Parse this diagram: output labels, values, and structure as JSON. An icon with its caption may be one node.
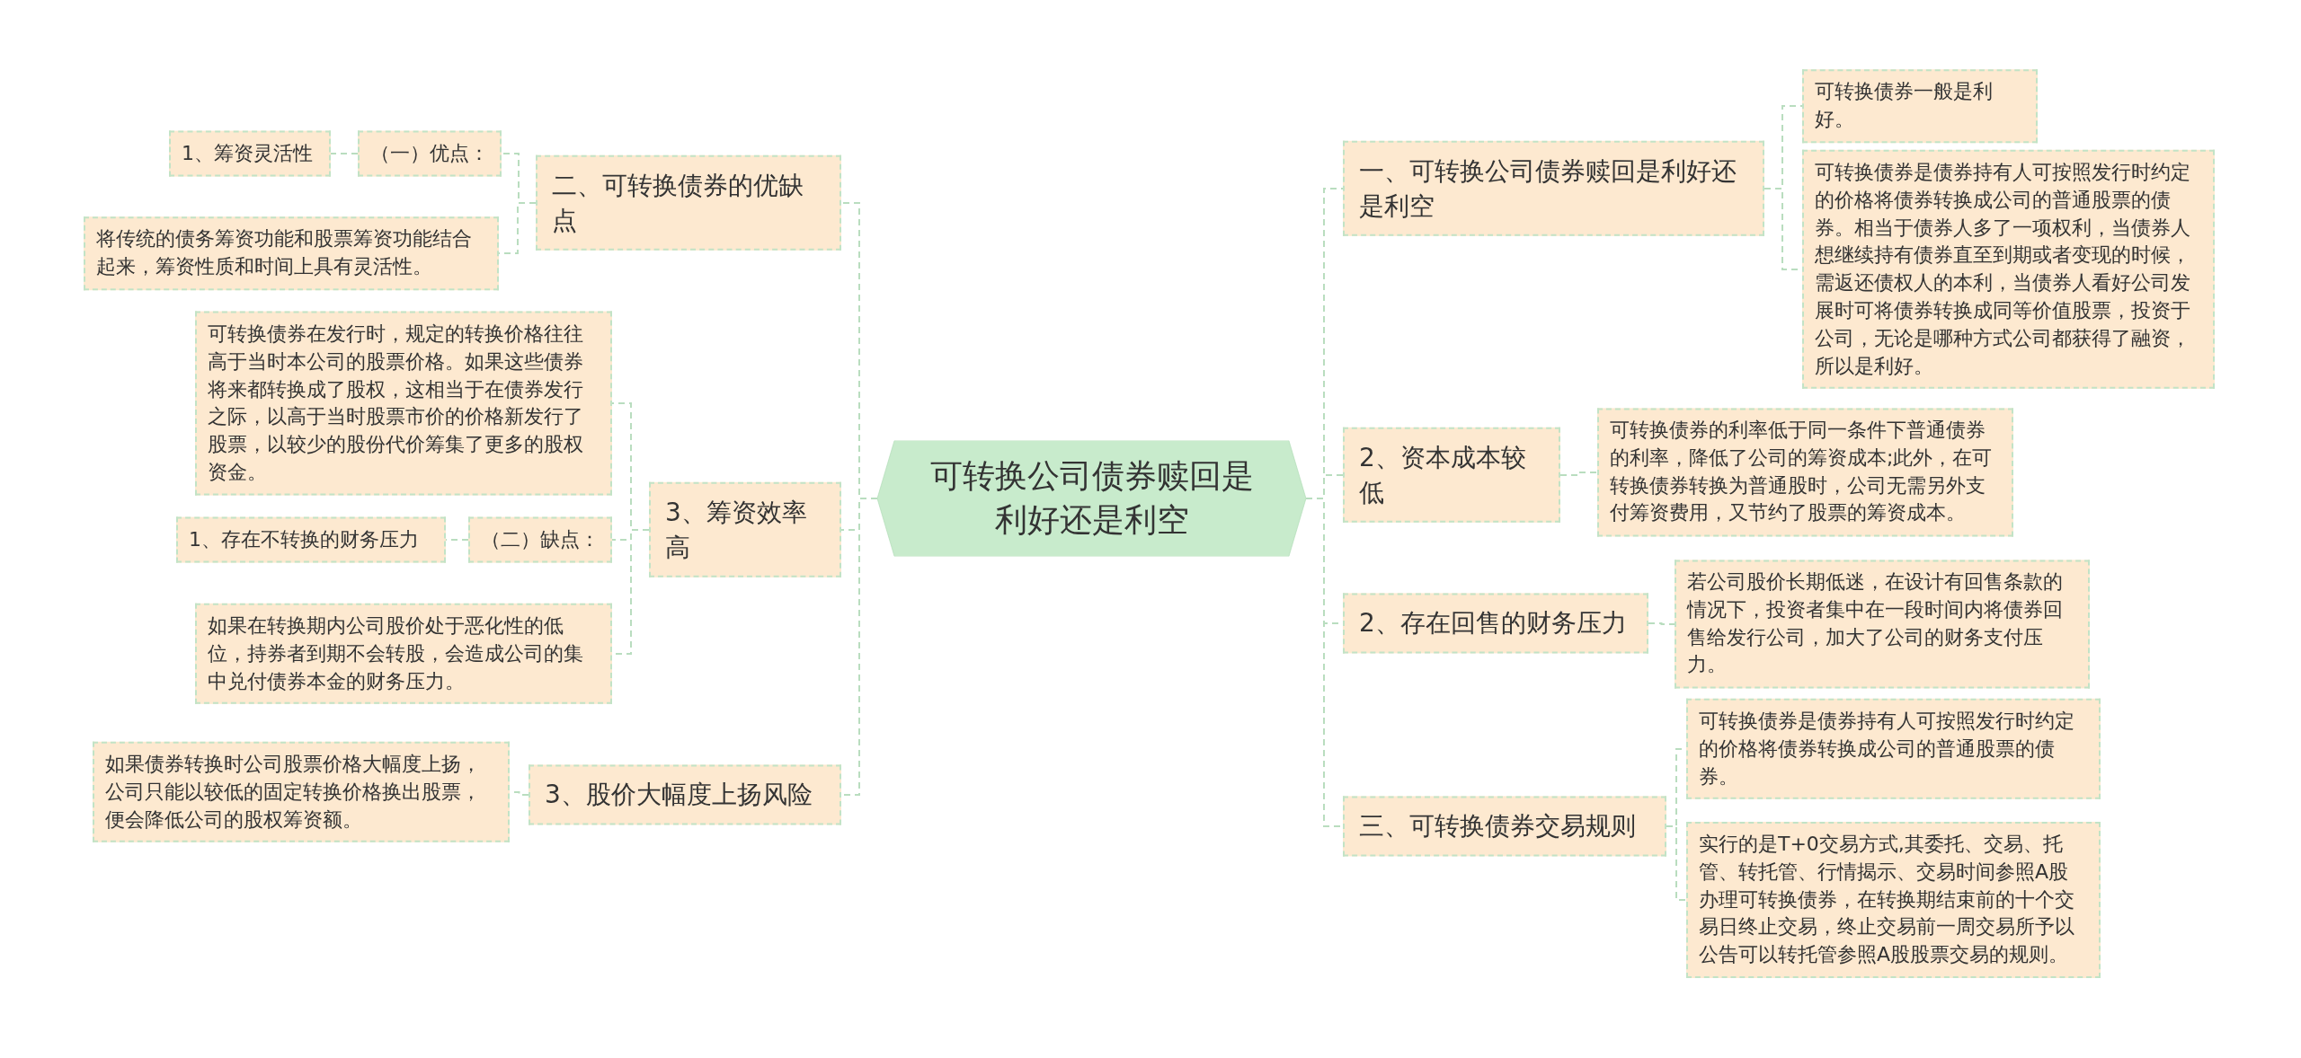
{
  "diagram": {
    "nodes": [
      {
        "text": [
          "可转换公司债券赎回是利好还是利空"
        ]
      },
      {
        "text": [
          "二、可转换债券的优缺点"
        ]
      },
      {
        "text": [
          "（一）优点："
        ]
      },
      {
        "text": [
          "1、筹资灵活性"
        ]
      },
      {
        "text": [
          "将传统的债务筹资功能和股票筹资功能结合起来，筹资性质和时间上具有灵活性。"
        ]
      },
      {
        "text": [
          "3、筹资效率高"
        ]
      },
      {
        "text": [
          "可转换债券在发行时，规定的转换价格往往高于当时本公司的股票价格。如果这些债券将来都转换成了股权，这相当于在债券发行之际，以高于当时股票市价的价格新发行了股票，以较少的股份代价筹集了更多的股权资金。"
        ]
      },
      {
        "text": [
          "（二）缺点："
        ]
      },
      {
        "text": [
          "1、存在不转换的财务压力"
        ]
      },
      {
        "text": [
          "如果在转换期内公司股价处于恶化性的低位，持券者到期不会转股，会造成公司的集中兑付债券本金的财务压力。"
        ]
      },
      {
        "text": [
          "3、股价大幅度上扬风险"
        ]
      },
      {
        "text": [
          "如果债券转换时公司股票价格大幅度上扬，公司只能以较低的固定转换价格换出股票，便会降低公司的股权筹资额。"
        ]
      },
      {
        "text": [
          "一、可转换公司债券赎回是利好还是利空"
        ]
      },
      {
        "text": [
          "可转换债券一般是利好。"
        ]
      },
      {
        "text": [
          "可转换债券是债券持有人可按照发行时约定的价格将债券转换成公司的普通股票的债券。相当于债券人多了一项权利，当债券人想继续持有债券直至到期或者变现的时候，需返还债权人的本利，当债券人看好公司发展时可将债券转换成同等价值股票，投资于公司，无论是哪种方式公司都获得了融资，所以是利好。"
        ]
      },
      {
        "text": [
          "2、资本成本较低"
        ]
      },
      {
        "text": [
          "可转换债券的利率低于同一条件下普通债券的利率，降低了公司的筹资成本;此外，在可转换债券转换为普通股时，公司无需另外支付筹资费用，又节约了股票的筹资成本。"
        ]
      },
      {
        "text": [
          "2、存在回售的财务压力"
        ]
      },
      {
        "text": [
          "若公司股价长期低迷，在设计有回售条款的情况下，投资者集中在一段时间内将债券回售给发行公司，加大了公司的财务支付压力。"
        ]
      },
      {
        "text": [
          "三、可转换债券交易规则"
        ]
      },
      {
        "text": [
          "可转换债券是债券持有人可按照发行时约定的价格将债券转换成公司的普通股票的债券。"
        ]
      },
      {
        "text": [
          "实行的是T+0交易方式,其委托、交易、托管、转托管、行情揭示、交易时间参照A股办理可转换债券，在转换期结束前的十个交易日终止交易，终止交易前一周交易所予以公告可以转托管参照A股股票交易的规则。"
        ]
      }
    ],
    "edges": [
      {
        "from": 0,
        "to": 1,
        "arrow": "none"
      },
      {
        "from": 0,
        "to": 5,
        "arrow": "none"
      },
      {
        "from": 0,
        "to": 10,
        "arrow": "none"
      },
      {
        "from": 0,
        "to": 12,
        "arrow": "none"
      },
      {
        "from": 0,
        "to": 15,
        "arrow": "none"
      },
      {
        "from": 0,
        "to": 17,
        "arrow": "none"
      },
      {
        "from": 0,
        "to": 19,
        "arrow": "none"
      },
      {
        "from": 1,
        "to": 2,
        "arrow": "none"
      },
      {
        "from": 2,
        "to": 3,
        "arrow": "none"
      },
      {
        "from": 1,
        "to": 4,
        "arrow": "none"
      },
      {
        "from": 5,
        "to": 6,
        "arrow": "none"
      },
      {
        "from": 5,
        "to": 7,
        "arrow": "none"
      },
      {
        "from": 7,
        "to": 8,
        "arrow": "none"
      },
      {
        "from": 5,
        "to": 9,
        "arrow": "none"
      },
      {
        "from": 10,
        "to": 11,
        "arrow": "none"
      },
      {
        "from": 12,
        "to": 13,
        "arrow": "none"
      },
      {
        "from": 12,
        "to": 14,
        "arrow": "none"
      },
      {
        "from": 15,
        "to": 16,
        "arrow": "none"
      },
      {
        "from": 17,
        "to": 18,
        "arrow": "none"
      },
      {
        "from": 19,
        "to": 20,
        "arrow": "none"
      },
      {
        "from": 19,
        "to": 21,
        "arrow": "none"
      }
    ]
  }
}
